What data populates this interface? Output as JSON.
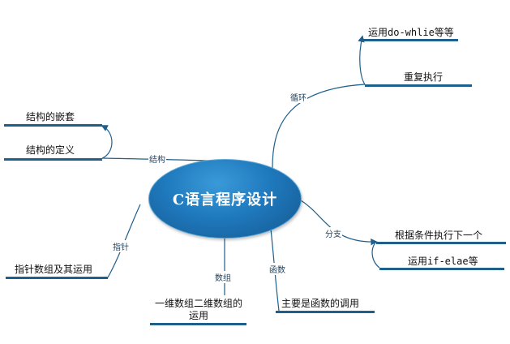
{
  "center": {
    "label": "C语言程序设计"
  },
  "branches": {
    "loop": {
      "label": "循环",
      "children": [
        "重复执行",
        "运用do-whlie等等"
      ]
    },
    "struct": {
      "label": "结构",
      "children": [
        "结构的定义",
        "结构的嵌套"
      ]
    },
    "branch": {
      "label": "分支",
      "children": [
        "根据条件执行下一个",
        "运用if-elae等"
      ]
    },
    "pointer": {
      "label": "指针",
      "children": [
        "指针数组及其运用"
      ]
    },
    "array": {
      "label": "数组",
      "children": [
        "一维数组二维数组的运用"
      ]
    },
    "function": {
      "label": "函数",
      "children": [
        "主要是函数的调用"
      ]
    }
  },
  "colors": {
    "line": "#1f5f8c",
    "node_fill": "#1f79bd",
    "node_text": "#ffffff"
  }
}
